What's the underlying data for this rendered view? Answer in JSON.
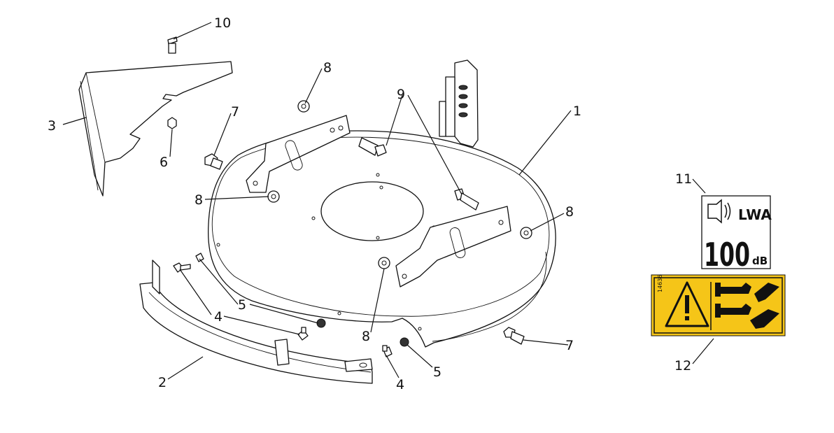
{
  "callouts": {
    "c1": "1",
    "c2": "2",
    "c3": "3",
    "c4a": "4",
    "c4b": "4",
    "c5a": "5",
    "c5b": "5",
    "c6": "6",
    "c7a": "7",
    "c7b": "7",
    "c8a": "8",
    "c8b": "8",
    "c8c": "8",
    "c8d": "8",
    "c9": "9",
    "c10": "10",
    "c11": "11",
    "c12": "12"
  },
  "labels": {
    "noise_label": {
      "unit_symbol": "LWA",
      "level": "100",
      "unit": "dB"
    },
    "warning_label": {
      "code": "14636",
      "color": "#F5C518"
    }
  }
}
